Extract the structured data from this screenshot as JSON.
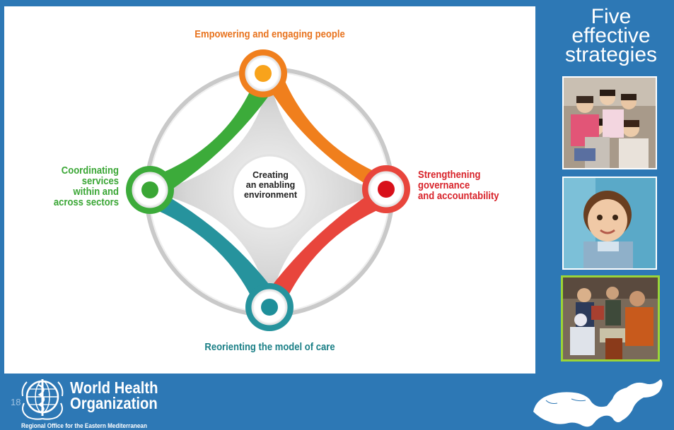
{
  "diagram": {
    "center_text": [
      "Creating",
      "an enabling",
      "environment"
    ],
    "nodes": {
      "top": {
        "label": "Empowering and engaging people",
        "color": "#f07f1d",
        "dot_color": "#f8a31b"
      },
      "right": {
        "label": "Strengthening governance and accountability",
        "color": "#e8453c",
        "dot_color": "#d8101a"
      },
      "bottom": {
        "label": "Reorienting the model of care",
        "color": "#26939d",
        "dot_color": "#1f8f9a"
      },
      "left": {
        "label": "Coordinating services within and across sectors",
        "color": "#3cab3a",
        "dot_color": "#3aa635"
      }
    },
    "label_lines": {
      "left": [
        "Coordinating",
        "services",
        "within and",
        "across sectors"
      ],
      "right": [
        "Strengthening",
        "governance",
        "and accountability"
      ]
    }
  },
  "sidebar": {
    "title_lines": [
      "Five",
      "effective",
      "strategies"
    ],
    "photos": [
      "group-of-young-women-photo",
      "smiling-child-photo",
      "healthcare-workers-photo"
    ]
  },
  "footer": {
    "org_name_lines": [
      "World Health",
      "Organization"
    ],
    "region": "Regional Office for the Eastern Mediterranean",
    "slide_number": "18"
  },
  "colors": {
    "background": "#2d78b5",
    "panel": "#ffffff"
  }
}
